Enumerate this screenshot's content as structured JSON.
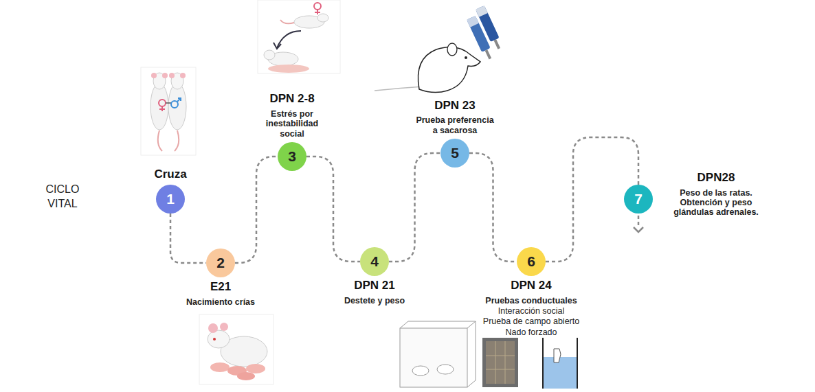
{
  "diagram": {
    "nodes": [
      {
        "text": [
          "1",
          "Cruza"
        ]
      },
      {
        "text": [
          "2",
          "E21",
          "Nacimiento crías"
        ]
      },
      {
        "text": [
          "3",
          "DPN 2-8",
          "Estrés por inestabilidad social"
        ]
      },
      {
        "text": [
          "4",
          "DPN 21",
          "Destete y peso"
        ]
      },
      {
        "text": [
          "5",
          "DPN 23",
          "Prueba preferencia a sacarosa"
        ]
      },
      {
        "text": [
          "6",
          "DPN 24",
          "Pruebas conductuales",
          "Interacción social",
          "Prueba de campo abierto",
          "Nado forzado"
        ]
      },
      {
        "text": [
          "7",
          "DPN28",
          "Peso de las ratas. Obtención y peso glándulas adrenales."
        ]
      }
    ],
    "edges": [
      {
        "from": 0,
        "to": 1,
        "arrow": "none"
      },
      {
        "from": 1,
        "to": 2,
        "arrow": "none"
      },
      {
        "from": 2,
        "to": 3,
        "arrow": "none"
      },
      {
        "from": 3,
        "to": 4,
        "arrow": "none"
      },
      {
        "from": 4,
        "to": 5,
        "arrow": "none"
      },
      {
        "from": 5,
        "to": 6,
        "arrow": "none"
      }
    ],
    "labels": [
      "CICLO VITAL"
    ]
  }
}
